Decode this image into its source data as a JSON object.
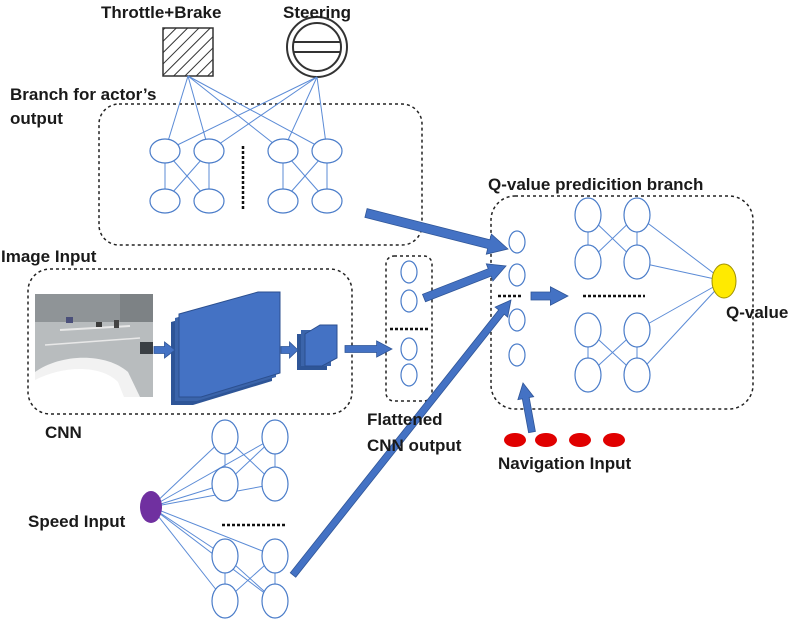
{
  "labels": {
    "throttle_brake": "Throttle+Brake",
    "steering": "Steering",
    "actor_branch_line1": "Branch for actor’s",
    "actor_branch_line2": "output",
    "qvalue_branch": "Q-value predicition branch",
    "image_input": "Image Input",
    "cnn": "CNN",
    "flattened_line1": "Flattened",
    "flattened_line2": "CNN output",
    "navigation_input": "Navigation Input",
    "speed_input": "Speed Input",
    "q_value": "Q-value"
  },
  "colors": {
    "node_outline": "#4a7cc9",
    "edge": "#5b8bd6",
    "arrow": "#4472c4",
    "cnn_block": "#4472c4",
    "speed_node": "#7030a0",
    "qvalue_node": "#ffea00",
    "navigation_node": "#e00000",
    "box_border": "#222222",
    "label": "#1a1a1a"
  },
  "icons": {
    "throttle_brake": "hatched-square-icon",
    "steering": "steering-wheel-icon",
    "image_input": "driving-scene-thumbnail"
  }
}
